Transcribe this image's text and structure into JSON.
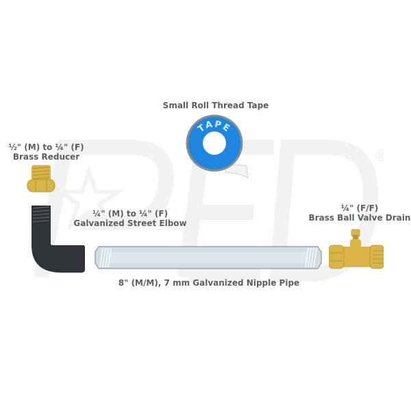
{
  "items": {
    "thread_tape": {
      "label": "Small Roll Thread Tape",
      "tape_text": "TAPE"
    },
    "brass_reducer": {
      "line1": "½\" (M) to ¼\" (F)",
      "line2": "Brass Reducer"
    },
    "street_elbow": {
      "line1": "¼\" (M) to ¼\" (F)",
      "line2": "Galvanized Street Elbow"
    },
    "ball_valve": {
      "line1": "¼\" (F/F)",
      "line2": "Brass Ball Valve Drain"
    },
    "nipple_pipe": {
      "label": "8\" (M/M), 7 mm Galvanized Nipple Pipe"
    }
  },
  "watermark": {
    "text": "PED",
    "registered": "®"
  },
  "colors": {
    "label": "#5d5d5d",
    "brass": "#d9b548",
    "brass_dark": "#b8952e",
    "tape_blue": "#1f86e0",
    "galvanized": "#d4dde3",
    "elbow": "#2f3338"
  }
}
